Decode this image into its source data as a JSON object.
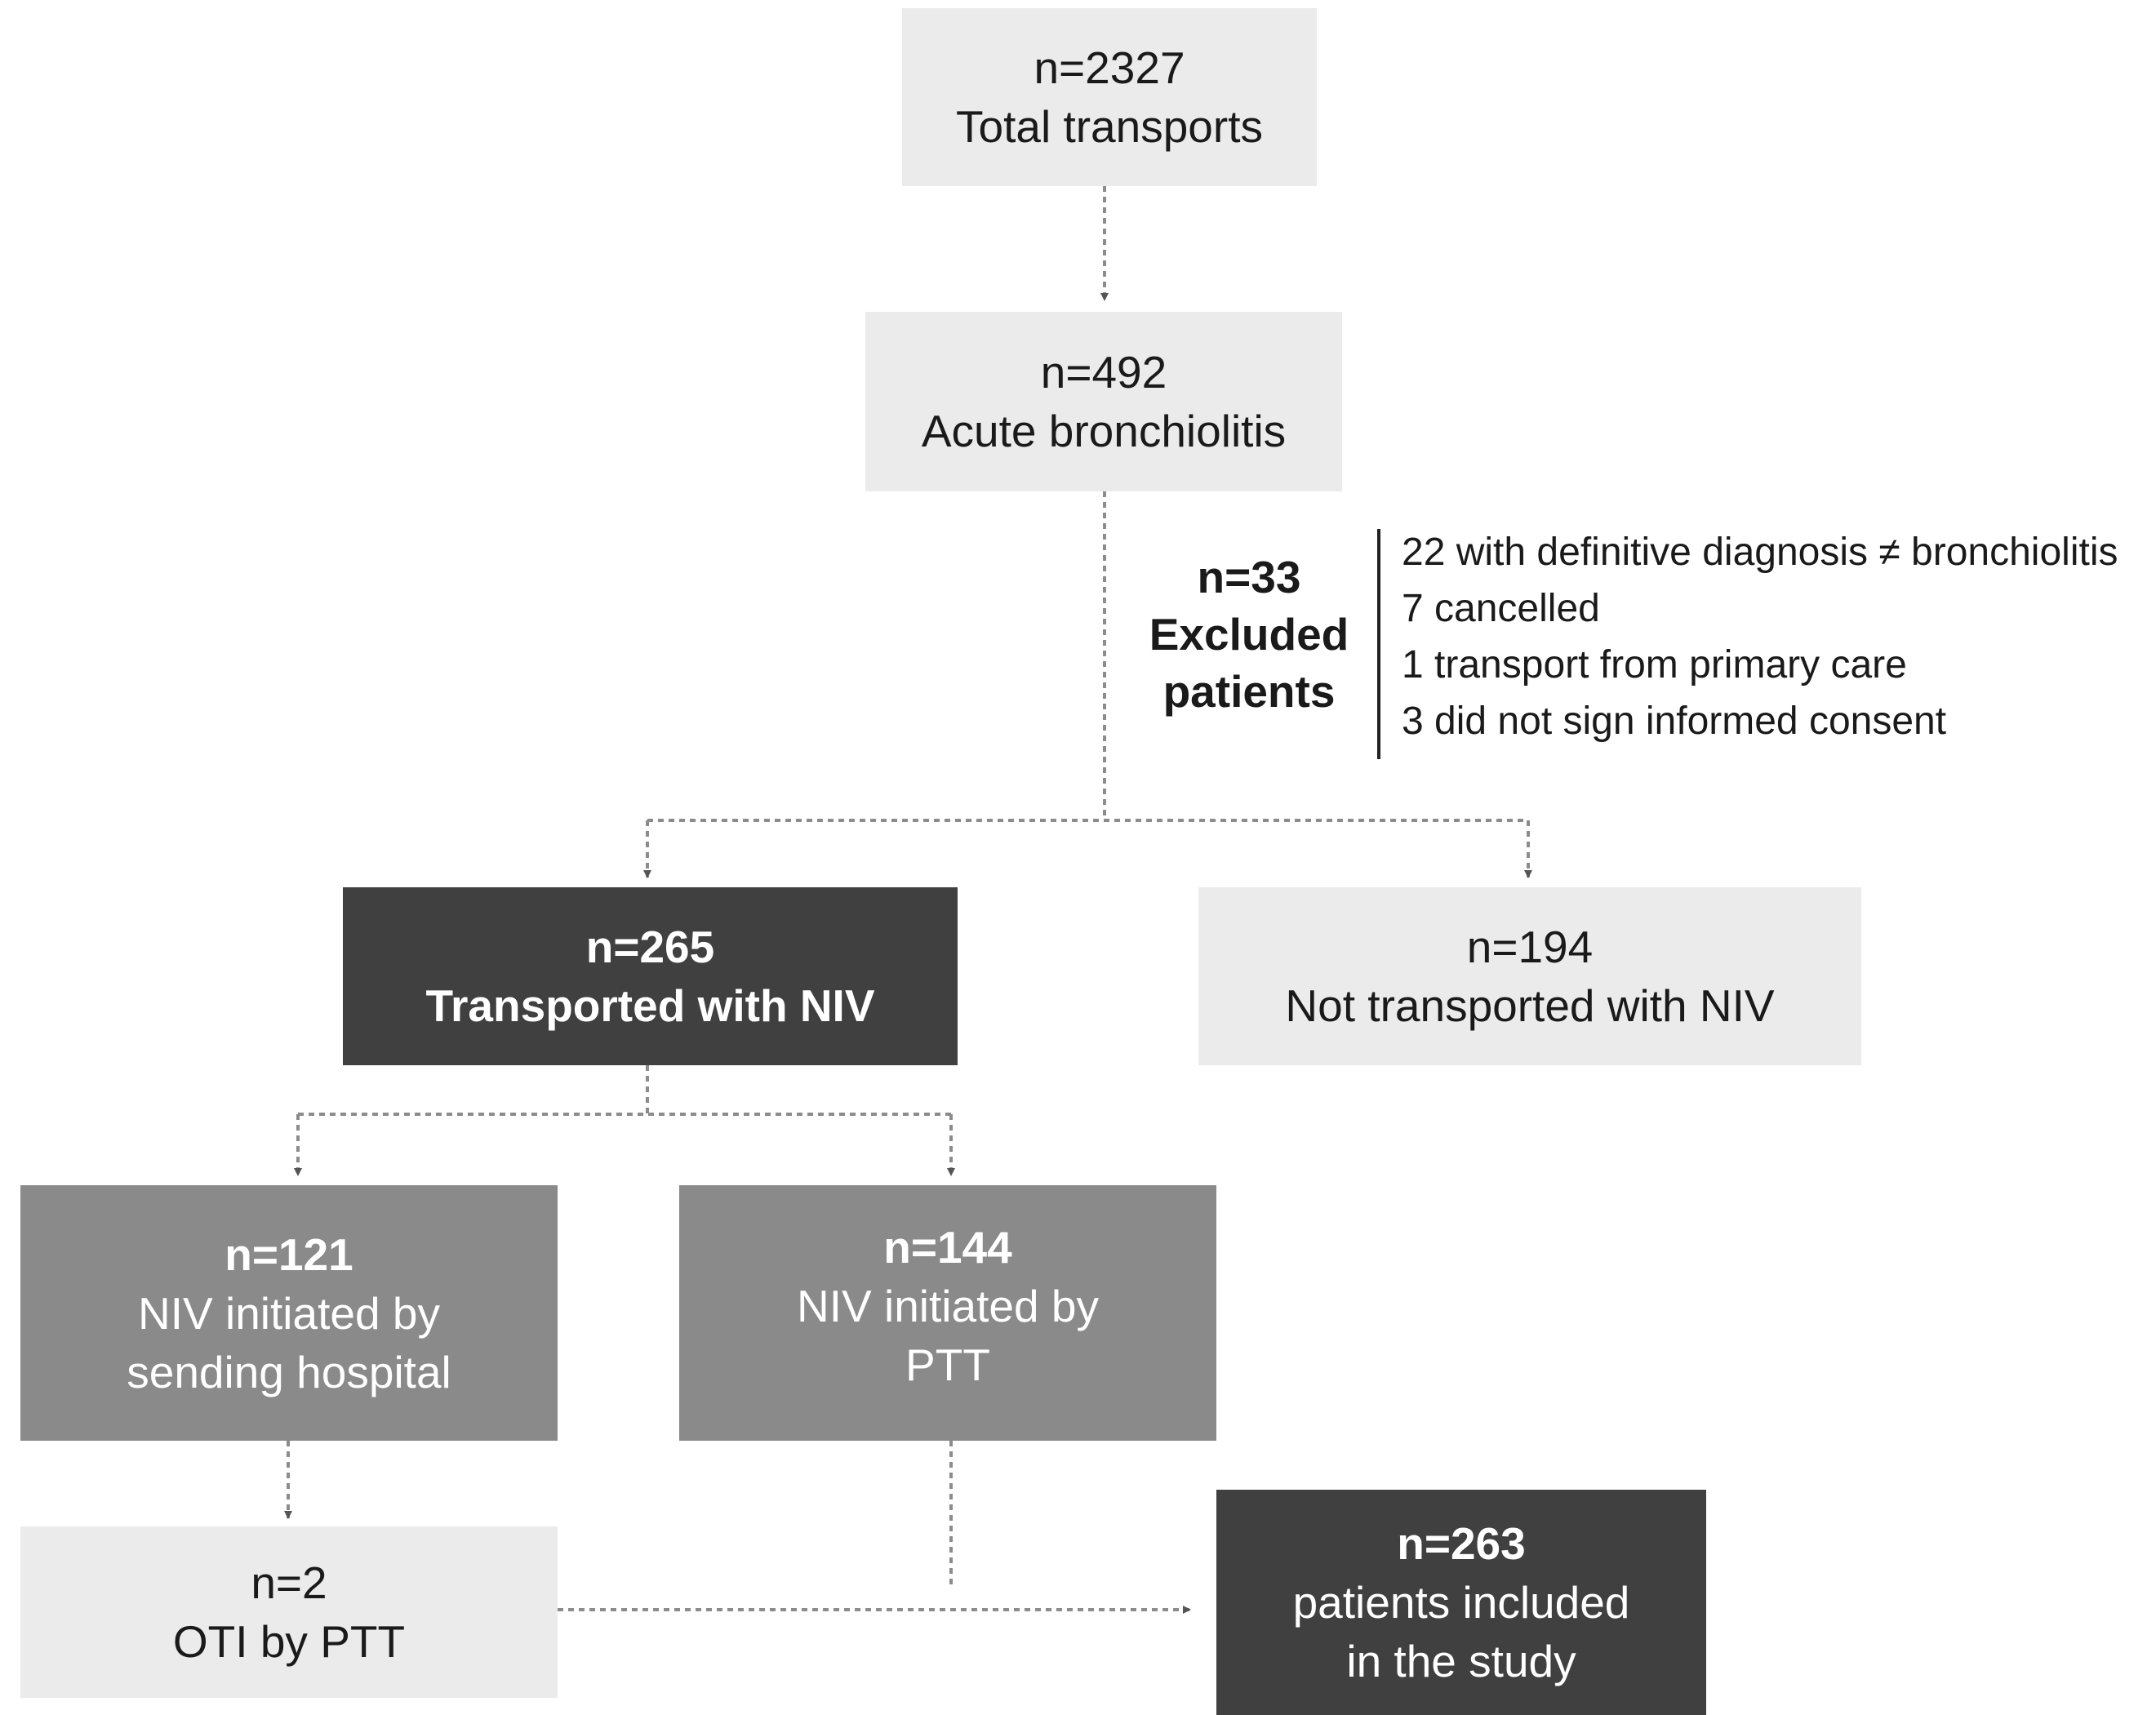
{
  "nodes": {
    "total": {
      "count": "n=2327",
      "label": "Total transports"
    },
    "acute": {
      "count": "n=492",
      "label": "Acute bronchiolitis"
    },
    "excluded": {
      "count": "n=33",
      "label1": "Excluded",
      "label2": "patients",
      "reasons": [
        "22 with definitive diagnosis ≠ bronchiolitis",
        "7 cancelled",
        "1 transport from primary care",
        "3 did not sign informed consent"
      ]
    },
    "niv": {
      "count": "n=265",
      "label": "Transported with NIV"
    },
    "not_niv": {
      "count": "n=194",
      "label": "Not transported with NIV"
    },
    "sending": {
      "count": "n=121",
      "label1": "NIV initiated by",
      "label2": "sending hospital"
    },
    "ptt": {
      "count": "n=144",
      "label1": "NIV initiated by",
      "label2": "PTT"
    },
    "oti": {
      "count": "n=2",
      "label": "OTI by PTT"
    },
    "included": {
      "count": "n=263",
      "label1": "patients included",
      "label2": "in the study"
    }
  },
  "colors": {
    "light_box": "#ebebeb",
    "dark_box": "#404040",
    "mid_box": "#8a8a8a",
    "connector": "#8c8c8c"
  }
}
